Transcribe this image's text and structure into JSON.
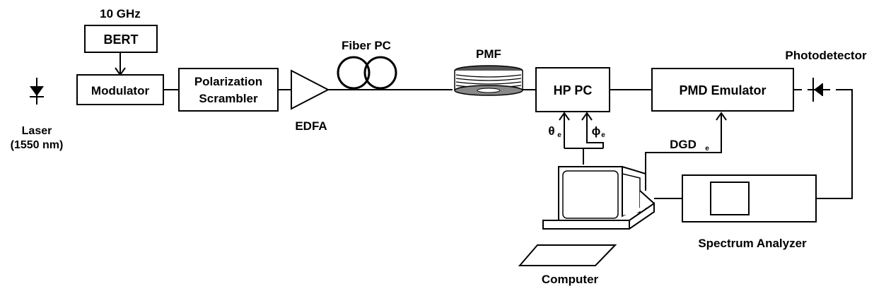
{
  "diagram": {
    "bit_rate_label": "10 GHz",
    "laser_label": "Laser",
    "laser_wavelength": "(1550 nm)",
    "bert_label": "BERT",
    "modulator_label": "Modulator",
    "scrambler_line1": "Polarization",
    "scrambler_line2": "Scrambler",
    "edfa_label": "EDFA",
    "fiber_pc_label": "Fiber PC",
    "pmf_label": "PMF",
    "hp_pc_label": "HP PC",
    "theta_symbol": "θ",
    "theta_subscript": "e",
    "phi_symbol": "ϕ",
    "phi_subscript": "e",
    "pmd_emulator_label": "PMD Emulator",
    "dgd_label": "DGD",
    "dgd_subscript": "e",
    "photodetector_label": "Photodetector",
    "spectrum_analyzer_label": "Spectrum Analyzer",
    "computer_label": "Computer"
  },
  "icons": {
    "laser": "laser-diode-icon",
    "edfa": "amplifier-triangle-icon",
    "fiber_pc": "fiber-loops-icon",
    "pmf": "fiber-spool-icon",
    "photodetector": "photodiode-icon",
    "computer": "computer-icon",
    "spectrum_analyzer": "spectrum-analyzer-icon"
  }
}
